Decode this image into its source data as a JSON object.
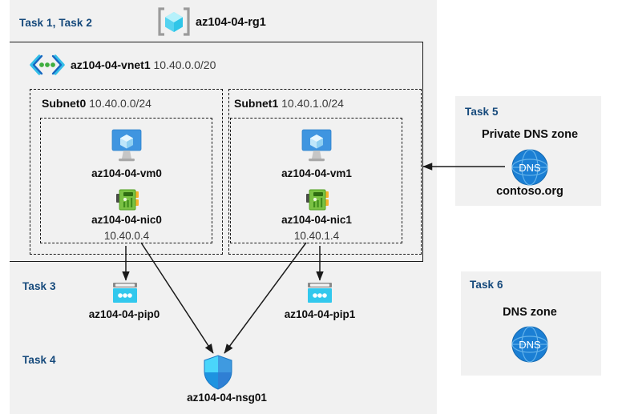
{
  "diagram": {
    "title": "Azure AZ-104-04 lab topology",
    "colors": {
      "task_label": "#15497b",
      "panel_bg": "#f1f1f1",
      "border": "#1a1a1a",
      "vm_blue": "#3f95e0",
      "nic_green": "#5fb338",
      "pip_cyan": "#32c8ed",
      "dns_blue": "#1b7fd4",
      "nsg_shield": "#2aa5f0",
      "rg_cube": "#50d9f5"
    }
  },
  "resource_group": {
    "task_label": "Task 1, Task 2",
    "icon": "resource-group-icon",
    "name": "az104-04-rg1"
  },
  "vnet": {
    "icon": "virtual-network-icon",
    "name": "az104-04-vnet1",
    "cidr": "10.40.0.0/20"
  },
  "subnets": [
    {
      "name": "Subnet0",
      "cidr": "10.40.0.0/24",
      "vm": {
        "icon": "virtual-machine-icon",
        "name": "az104-04-vm0"
      },
      "nic": {
        "icon": "network-interface-icon",
        "name": "az104-04-nic0",
        "ip": "10.40.0.4"
      }
    },
    {
      "name": "Subnet1",
      "cidr": "10.40.1.0/24",
      "vm": {
        "icon": "virtual-machine-icon",
        "name": "az104-04-vm1"
      },
      "nic": {
        "icon": "network-interface-icon",
        "name": "az104-04-nic1",
        "ip": "10.40.1.4"
      }
    }
  ],
  "public_ips_panel": {
    "task_label": "Task 3",
    "items": [
      {
        "icon": "public-ip-address-icon",
        "name": "az104-04-pip0"
      },
      {
        "icon": "public-ip-address-icon",
        "name": "az104-04-pip1"
      }
    ]
  },
  "nsg_panel": {
    "task_label": "Task 4",
    "icon": "network-security-group-icon",
    "name": "az104-04-nsg01"
  },
  "private_dns_panel": {
    "task_label": "Task 5",
    "heading": "Private DNS zone",
    "icon": "dns-zone-icon",
    "icon_text": "DNS",
    "name": "contoso.org"
  },
  "dns_panel": {
    "task_label": "Task 6",
    "heading": "DNS zone",
    "icon": "dns-zone-icon",
    "icon_text": "DNS"
  }
}
